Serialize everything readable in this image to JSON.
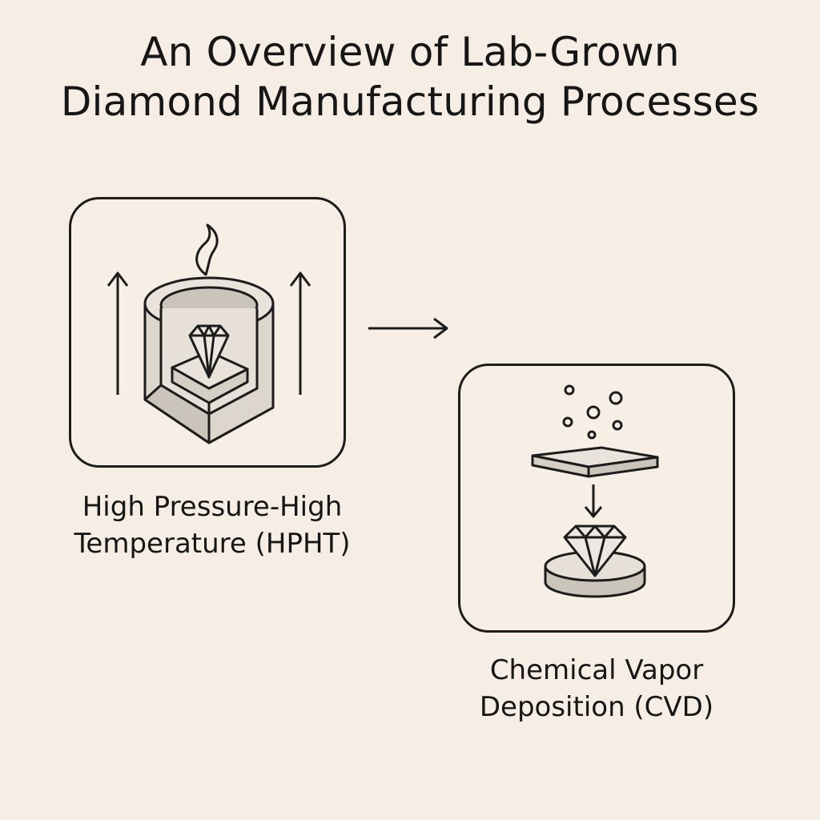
{
  "title": {
    "line1": "An Overview of Lab-Grown",
    "line2": "Diamond Manufacturing Processes"
  },
  "processes": [
    {
      "label_line1": "High Pressure-High",
      "label_line2": "Temperature (HPHT)",
      "icons": [
        "heat-flame-icon",
        "pressure-arrow-up-icon",
        "press-chamber-icon",
        "diamond-icon"
      ]
    },
    {
      "label_line1": "Chemical Vapor",
      "label_line2": "Deposition (CVD)",
      "icons": [
        "gas-particles-icon",
        "substrate-plate-icon",
        "arrow-down-icon",
        "diamond-icon",
        "seed-disc-icon"
      ]
    }
  ],
  "connector_icon": "arrow-right-icon",
  "colors": {
    "background": "#f6ede4",
    "ink": "#1c1c1c",
    "fill_light": "#e6e0d8",
    "fill_mid": "#cbc4bb"
  }
}
